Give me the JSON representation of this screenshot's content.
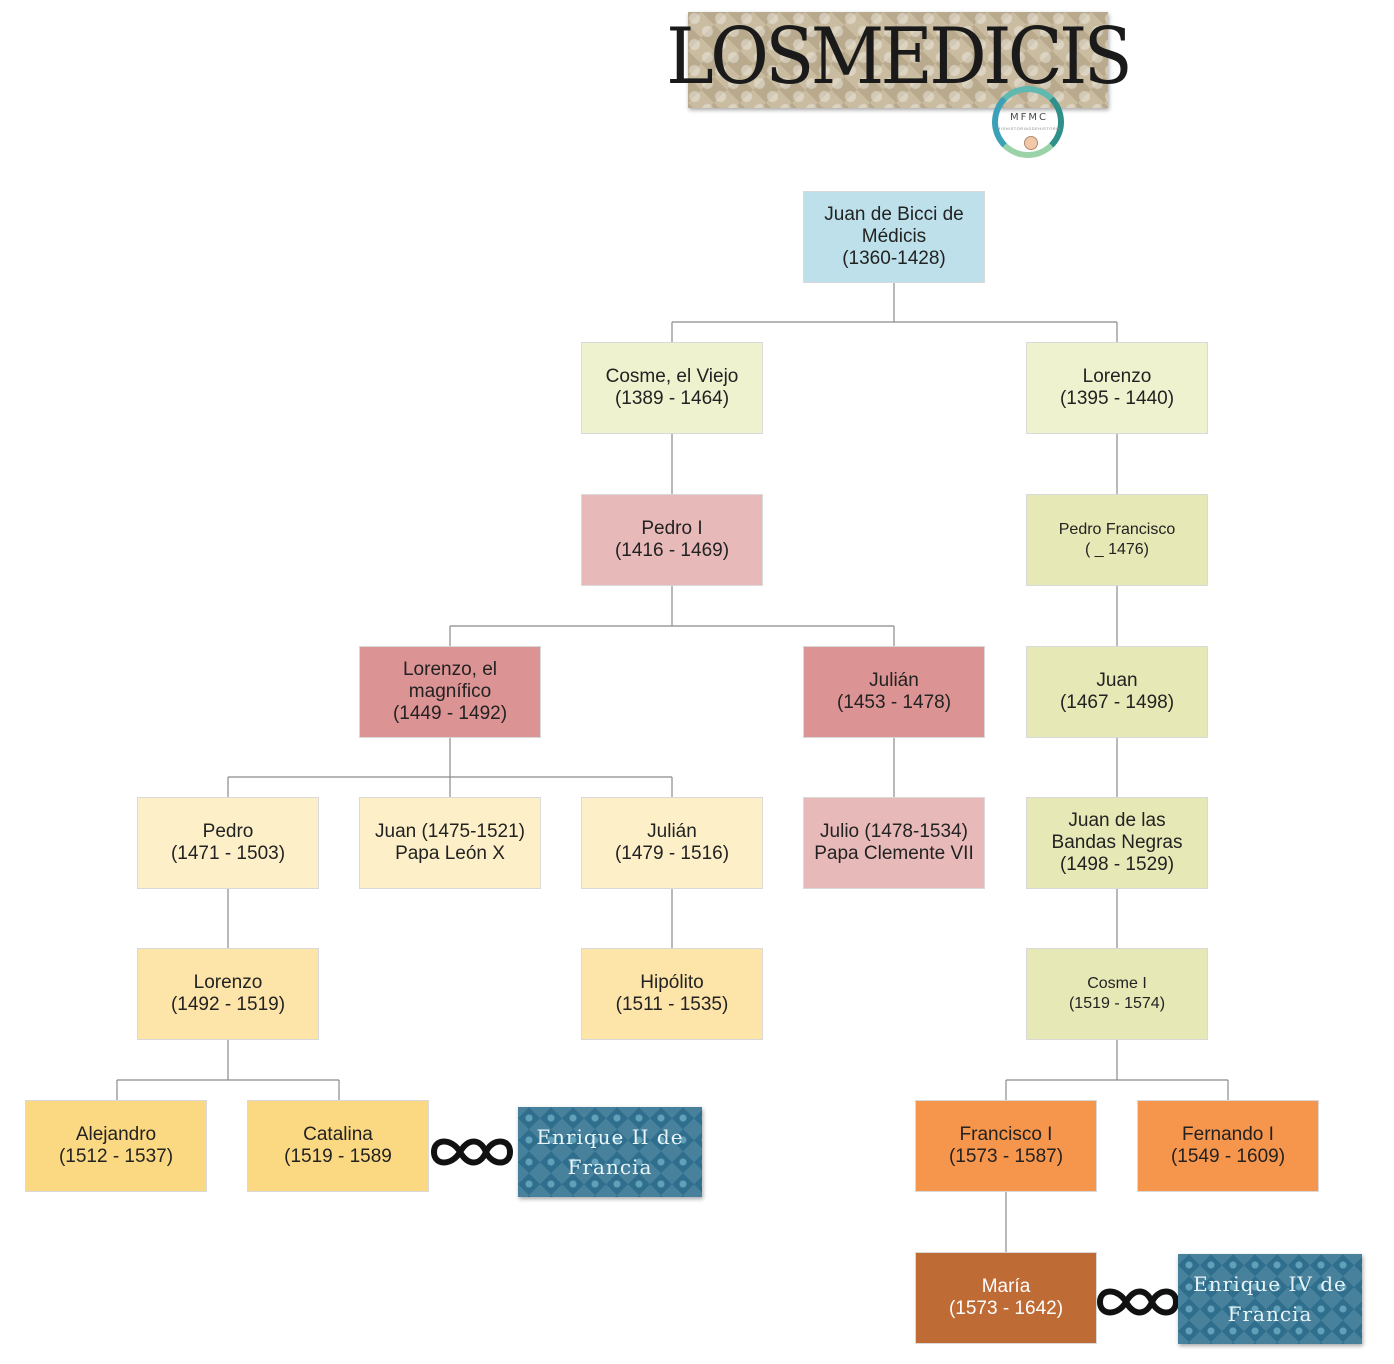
{
  "title": "LOSMEDICIS",
  "logo": {
    "text": "MFMC",
    "subtext": "MISHISTORIASDEHISTORIA"
  },
  "colors": {
    "blue": "#bde0ea",
    "lime": "#eef2cf",
    "pink": "#e8b9b9",
    "rose": "#dc9394",
    "cream": "#fdf0c9",
    "yellow": "#fbd982",
    "orange": "#f6954c",
    "brown": "#bf6b36",
    "teal": "#2f6f8d",
    "connector": "#8a8a8a"
  },
  "people": {
    "juan_bicci": "Juan de Bicci de\nMédicis\n(1360-1428)",
    "cosme_viejo": "Cosme, el Viejo\n(1389 - 1464)",
    "lorenzo_1395": "Lorenzo\n(1395 - 1440)",
    "pedro_i": "Pedro I\n(1416 - 1469)",
    "pedro_francisco": "Pedro Francisco\n(  _ 1476)",
    "lorenzo_magnifico": "Lorenzo, el\nmagnífico\n(1449 - 1492)",
    "julian_1453": "Julián\n(1453 - 1478)",
    "juan_1467": "Juan\n(1467 - 1498)",
    "pedro_1471": "Pedro\n(1471 - 1503)",
    "juan_leon": "Juan (1475-1521)\nPapa León X",
    "julian_1479": "Julián\n(1479 - 1516)",
    "julio_clemente": "Julio (1478-1534)\nPapa Clemente VII",
    "juan_bandas": "Juan de las\nBandas Negras\n(1498 - 1529)",
    "lorenzo_1492": "Lorenzo\n(1492 - 1519)",
    "hipolito": "Hipólito\n(1511 - 1535)",
    "cosme_i": "Cosme I\n(1519 - 1574)",
    "alejandro": "Alejandro\n(1512 - 1537)",
    "catalina": "Catalina\n(1519 - 1589",
    "francisco_i": "Francisco I\n(1573 - 1587)",
    "fernando_i": "Fernando I\n(1549 - 1609)",
    "maria": "María\n(1573 - 1642)"
  },
  "spouses": {
    "enrique_ii": "Enrique II de\nFrancia",
    "enrique_iv": "Enrique IV de\nFrancia"
  }
}
